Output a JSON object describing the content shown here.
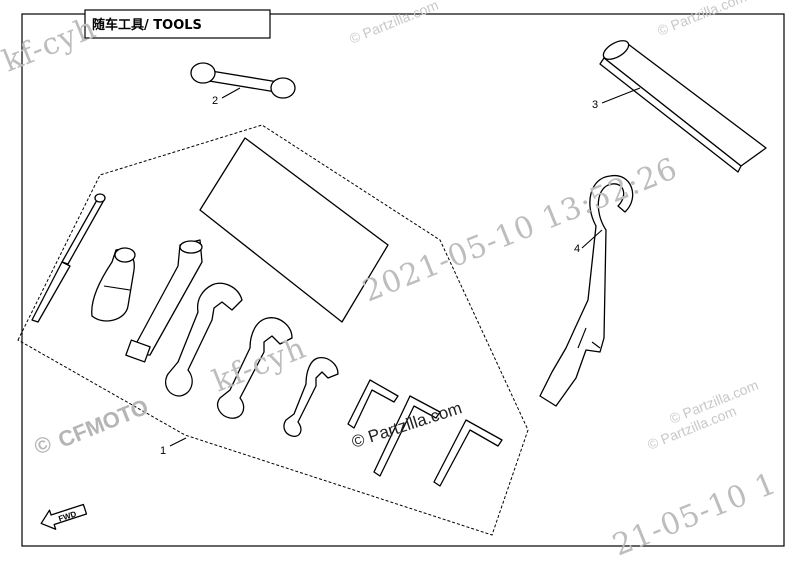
{
  "title": "随车工具/ TOOLS",
  "callouts": [
    {
      "id": "1",
      "label": "1"
    },
    {
      "id": "2",
      "label": "2"
    },
    {
      "id": "3",
      "label": "3"
    },
    {
      "id": "4",
      "label": "4"
    }
  ],
  "direction_arrow": "FWD",
  "watermarks": {
    "partzilla_top_left": "© Partzilla.com",
    "partzilla_top_right": "© Partzilla.com",
    "partzilla_mid_right": "© Partzilla.com",
    "partzilla_bottom_right": "© Partzilla.com",
    "partzilla_center": "© Partzilla.com",
    "stamp_user_top": "kf-cyh",
    "stamp_datetime_top": "2021-05-10 13:52:26",
    "stamp_user_mid": "kf-cyh",
    "stamp_date_bottom": "21-05-10 1",
    "brand_logo": "CFMOTO",
    "brand_logo_left": "©"
  }
}
